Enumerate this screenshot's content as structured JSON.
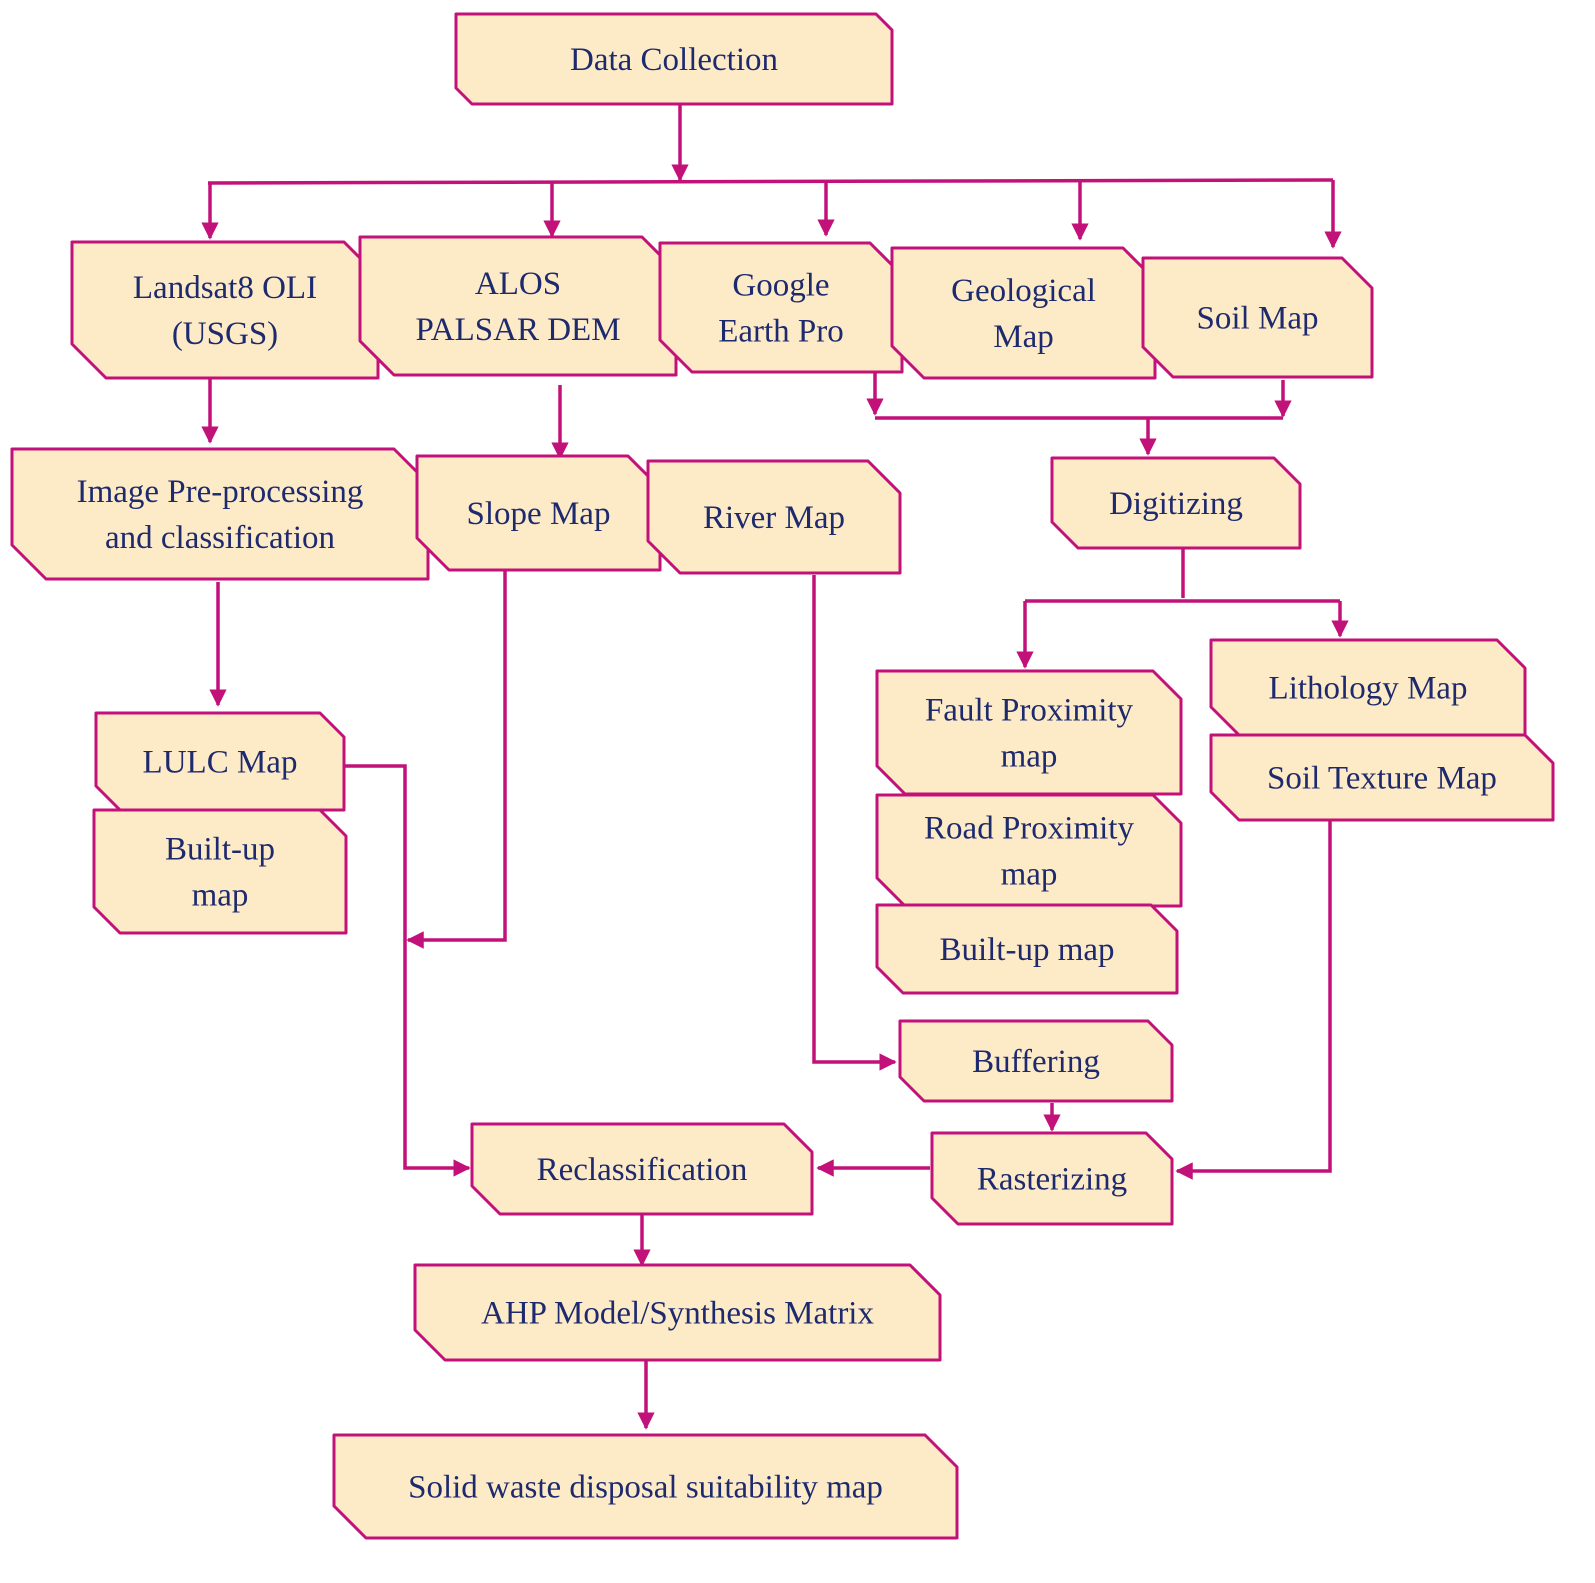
{
  "diagram": {
    "nodes": {
      "data_collection": [
        "Data Collection"
      ],
      "landsat": [
        "Landsat8 OLI",
        "(USGS)"
      ],
      "alos": [
        "ALOS",
        "PALSAR DEM"
      ],
      "google": [
        "Google",
        "Earth Pro"
      ],
      "geological": [
        "Geological",
        "Map"
      ],
      "soil_map": [
        "Soil Map"
      ],
      "image_preproc": [
        "Image Pre-processing",
        "and classification"
      ],
      "slope": [
        "Slope Map"
      ],
      "river": [
        "River Map"
      ],
      "digitizing": [
        "Digitizing"
      ],
      "lulc": [
        "LULC Map"
      ],
      "builtup_left": [
        "Built-up",
        "map"
      ],
      "fault": [
        "Fault Proximity",
        "map"
      ],
      "road": [
        "Road Proximity",
        "map"
      ],
      "builtup_right": [
        "Built-up map"
      ],
      "lithology": [
        "Lithology Map"
      ],
      "soil_texture": [
        "Soil Texture Map"
      ],
      "buffering": [
        "Buffering"
      ],
      "reclassification": [
        "Reclassification"
      ],
      "rasterizing": [
        "Rasterizing"
      ],
      "ahp": [
        "AHP Model/Synthesis Matrix"
      ],
      "suitability": [
        "Solid waste disposal suitability map"
      ]
    }
  }
}
